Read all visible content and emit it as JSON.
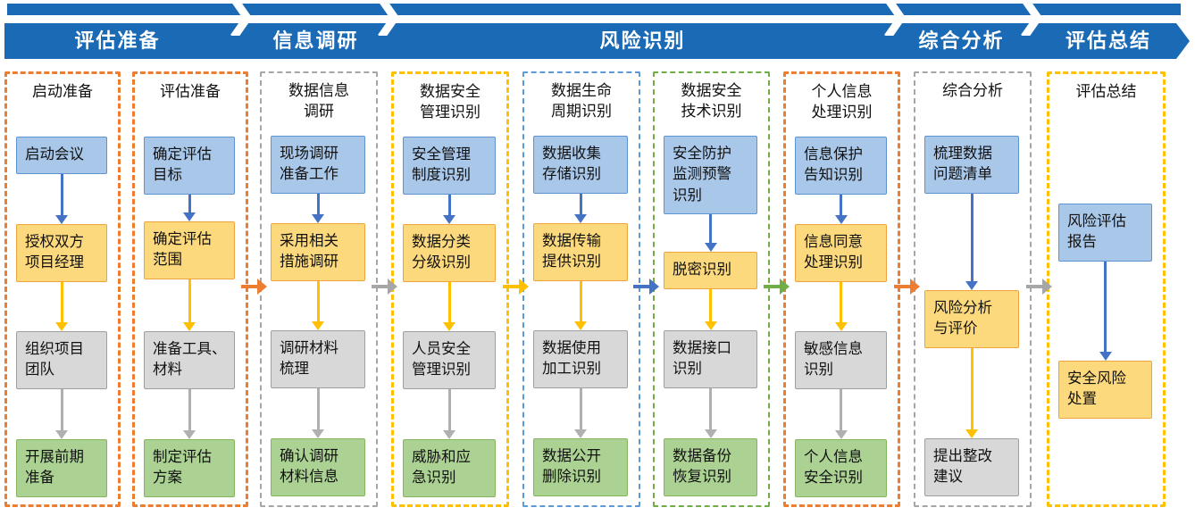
{
  "header": {
    "stages": [
      {
        "label": "评估准备"
      },
      {
        "label": "信息调研"
      },
      {
        "label": "风险识别"
      },
      {
        "label": "综合分析"
      },
      {
        "label": "评估总结"
      }
    ]
  },
  "colors": {
    "ribbon_blue": "#1a6ab5",
    "box_blue_fill": "#a9c7e9",
    "box_yellow_fill": "#fcd97c",
    "box_gray_fill": "#d8d8d8",
    "box_green_fill": "#abd293",
    "border_orange": "#ed7d31",
    "border_gold": "#ffc000",
    "border_gray": "#a6a6a6",
    "border_blue": "#5b9bd5",
    "border_green": "#70ad47",
    "arrow_blue": "#4472c4",
    "arrow_gold": "#ffc000",
    "arrow_gray": "#b0b0b0"
  },
  "columns": [
    {
      "title": "启动准备",
      "border": "orange",
      "boxes": [
        {
          "text": "启动会议",
          "type": "blue"
        },
        {
          "text": "授权双方\n项目经理",
          "type": "yellow"
        },
        {
          "text": "组织项目\n团队",
          "type": "gray"
        },
        {
          "text": "开展前期\n准备",
          "type": "green"
        }
      ]
    },
    {
      "title": "评估准备",
      "border": "orange",
      "boxes": [
        {
          "text": "确定评估\n目标",
          "type": "blue"
        },
        {
          "text": "确定评估\n范围",
          "type": "yellow"
        },
        {
          "text": "准备工具、\n材料",
          "type": "gray"
        },
        {
          "text": "制定评估\n方案",
          "type": "green"
        }
      ]
    },
    {
      "title": "数据信息\n调研",
      "border": "gray",
      "boxes": [
        {
          "text": "现场调研\n准备工作",
          "type": "blue"
        },
        {
          "text": "采用相关\n措施调研",
          "type": "yellow"
        },
        {
          "text": "调研材料\n梳理",
          "type": "gray"
        },
        {
          "text": "确认调研\n材料信息",
          "type": "green"
        }
      ]
    },
    {
      "title": "数据安全\n管理识别",
      "border": "gold",
      "boxes": [
        {
          "text": "安全管理\n制度识别",
          "type": "blue"
        },
        {
          "text": "数据分类\n分级识别",
          "type": "yellow"
        },
        {
          "text": "人员安全\n管理识别",
          "type": "gray"
        },
        {
          "text": "威胁和应\n急识别",
          "type": "green"
        }
      ]
    },
    {
      "title": "数据生命\n周期识别",
      "border": "blue",
      "boxes": [
        {
          "text": "数据收集\n存储识别",
          "type": "blue"
        },
        {
          "text": "数据传输\n提供识别",
          "type": "yellow"
        },
        {
          "text": "数据使用\n加工识别",
          "type": "gray"
        },
        {
          "text": "数据公开\n删除识别",
          "type": "green"
        }
      ]
    },
    {
      "title": "数据安全\n技术识别",
      "border": "green",
      "boxes": [
        {
          "text": "安全防护\n监测预警\n识别",
          "type": "blue"
        },
        {
          "text": "脱密识别",
          "type": "yellow"
        },
        {
          "text": "数据接口\n识别",
          "type": "gray"
        },
        {
          "text": "数据备份\n恢复识别",
          "type": "green"
        }
      ]
    },
    {
      "title": "个人信息\n处理识别",
      "border": "orange",
      "boxes": [
        {
          "text": "信息保护\n告知识别",
          "type": "blue"
        },
        {
          "text": "信息同意\n处理识别",
          "type": "yellow"
        },
        {
          "text": "敏感信息\n识别",
          "type": "gray"
        },
        {
          "text": "个人信息\n安全识别",
          "type": "green"
        }
      ]
    },
    {
      "title": "综合分析",
      "border": "gray",
      "boxes": [
        {
          "text": "梳理数据\n问题清单",
          "type": "blue"
        },
        {
          "text": "风险分析\n与评价",
          "type": "yellow"
        },
        {
          "text": "提出整改\n建议",
          "type": "gray"
        }
      ]
    },
    {
      "title": "评估总结",
      "border": "gold",
      "boxes": [
        {
          "text": "风险评估\n报告",
          "type": "blue"
        },
        {
          "text": "安全风险\n处置",
          "type": "yellow"
        }
      ]
    }
  ],
  "connectors": [
    {
      "from": 2,
      "to": 3,
      "color": "orange"
    },
    {
      "from": 3,
      "to": 4,
      "color": "gray"
    },
    {
      "from": 4,
      "to": 5,
      "color": "gold"
    },
    {
      "from": 5,
      "to": 6,
      "color": "blue"
    },
    {
      "from": 6,
      "to": 7,
      "color": "green"
    },
    {
      "from": 7,
      "to": 8,
      "color": "orange"
    },
    {
      "from": 8,
      "to": 9,
      "color": "gray"
    }
  ]
}
